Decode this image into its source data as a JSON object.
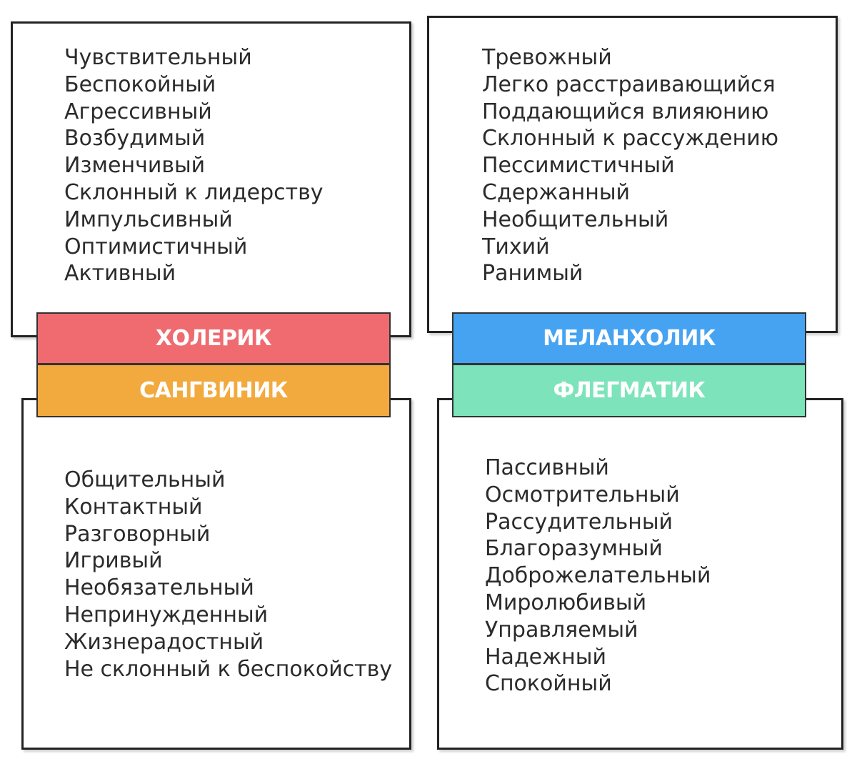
{
  "temperaments": {
    "choleric": {
      "label": "ХОЛЕРИК",
      "color": "#ef6b6f",
      "traits": [
        "Чувствительный",
        "Беспокойный",
        "Агрессивный",
        "Возбудимый",
        "Изменчивый",
        "Склонный к лидерству",
        "Импульсивный",
        "Оптимистичный",
        "Активный"
      ]
    },
    "melancholic": {
      "label": "МЕЛАНХОЛИК",
      "color": "#46a3f2",
      "traits": [
        "Тревожный",
        "Легко расстраивающийся",
        "Поддающийся влияюнию",
        "Склонный к рассуждению",
        "Пессимистичный",
        "Сдержанный",
        "Необщительный",
        "Тихий",
        "Ранимый"
      ]
    },
    "sanguine": {
      "label": "САНГВИНИК",
      "color": "#f2aa3e",
      "traits": [
        "Общительный",
        "Контактный",
        "Разговорный",
        "Игривый",
        "Необязательный",
        "Непринужденный",
        "Жизнерадостный",
        "Не склонный к беспокойству"
      ]
    },
    "phlegmatic": {
      "label": "ФЛЕГМАТИК",
      "color": "#7de3bb",
      "traits": [
        "Пассивный",
        "Осмотрительный",
        "Рассудительный",
        "Благоразумный",
        "Доброжелательный",
        "Миролюбивый",
        "Управляемый",
        "Надежный",
        "Спокойный"
      ]
    }
  }
}
